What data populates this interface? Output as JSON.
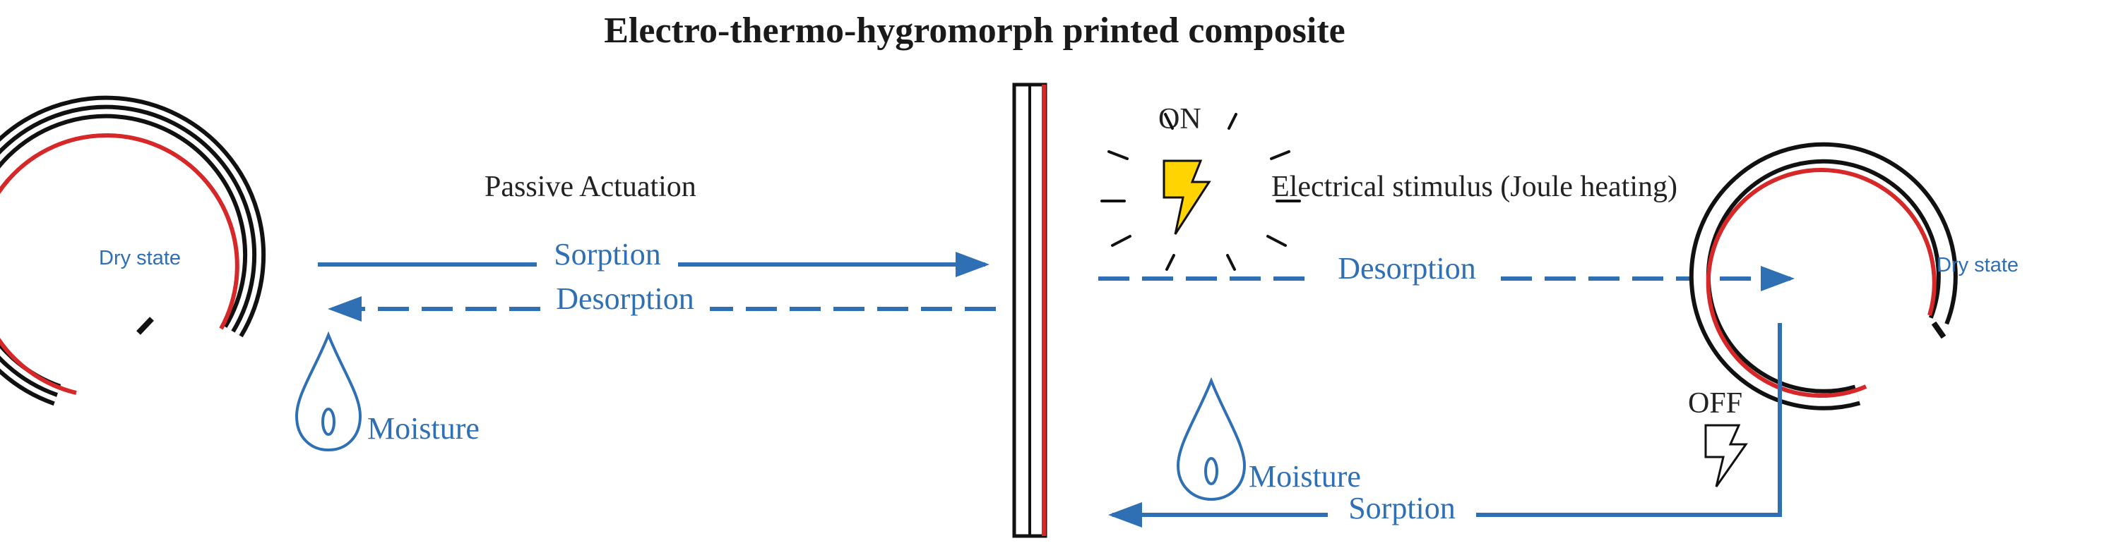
{
  "title": "Electro-thermo-hygromorph printed composite",
  "passive_actuation": "Passive Actuation",
  "electrical_stimulus": "Electrical stimulus (Joule heating)",
  "switch_on": "ON",
  "switch_off": "OFF",
  "left_state": "Dry state",
  "right_state": "Dry state",
  "left_flow": {
    "sorption": "Sorption",
    "desorption": "Desorption",
    "moisture": "Moisture"
  },
  "right_flow": {
    "desorption": "Desorption",
    "sorption": "Sorption",
    "moisture": "Moisture"
  },
  "colors": {
    "flow": "#2f6fb3",
    "composite_layer": "#d62828",
    "composite_outline": "#111111",
    "lightning": "#ffd400"
  },
  "icons": [
    "lightning-bolt-icon",
    "water-drop-icon"
  ]
}
